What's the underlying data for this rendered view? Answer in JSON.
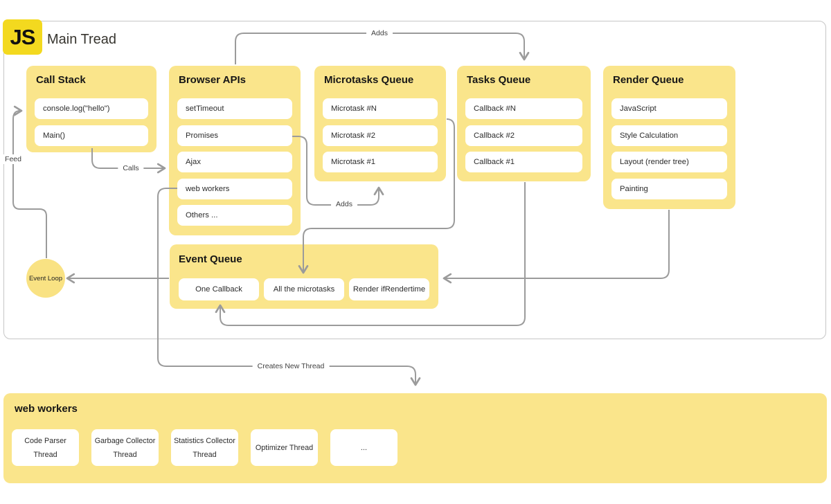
{
  "header": {
    "logo_text": "JS",
    "title": "Main Tread"
  },
  "main_thread": {
    "columns": [
      {
        "title": "Call Stack",
        "items": [
          "console.log(\"hello\")",
          "Main()"
        ]
      },
      {
        "title": "Browser APIs",
        "items": [
          "setTimeout",
          "Promises",
          "Ajax",
          "web workers",
          "Others ..."
        ]
      },
      {
        "title": "Microtasks Queue",
        "items": [
          "Microtask #N",
          "Microtask #2",
          "Microtask #1"
        ]
      },
      {
        "title": "Tasks Queue",
        "items": [
          "Callback #N",
          "Callback #2",
          "Callback #1"
        ]
      },
      {
        "title": "Render Queue",
        "items": [
          "JavaScript",
          "Style Calculation",
          "Layout (render tree)",
          "Painting"
        ]
      }
    ],
    "event_queue": {
      "title": "Event Queue",
      "items": [
        "One Callback",
        "All the microtasks",
        "Render ifRendertime"
      ]
    },
    "event_loop_label": "Event Loop"
  },
  "edge_labels": {
    "adds_top": "Adds",
    "calls": "Calls",
    "feed": "Feed",
    "adds_microtasks": "Adds",
    "creates_new_thread": "Creates New Thread"
  },
  "web_workers": {
    "title": "web workers",
    "items": [
      "Code Parser Thread",
      "Garbage Collector Thread",
      "Statistics Collector Thread",
      "Optimizer Thread",
      "..."
    ]
  },
  "colors": {
    "panel_yellow": "#FAE58B",
    "logo_yellow": "#F3D91F",
    "line_gray": "#9B9B9B",
    "container_border": "#C6C6C6"
  }
}
